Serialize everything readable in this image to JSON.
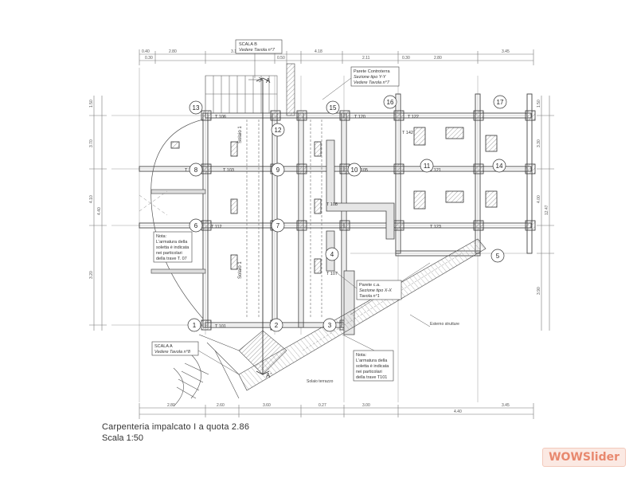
{
  "drawing": {
    "title": "Carpenteria impalcato I a quota 2.86",
    "scale": "Scala 1:50"
  },
  "callouts": {
    "scala_b": {
      "line1": "SCALA B",
      "line2": "Vedere Tavola n°7"
    },
    "parete": {
      "line1": "Parete Controterra",
      "line2": "Sezione tipo Y-Y",
      "line3": "Vedere Tavola n°7"
    },
    "note_left": {
      "line1": "Nota:",
      "line2": "L'armatura della",
      "line3": "soletta è indicata",
      "line4": "nei particolari",
      "line5": "della trave T. 07"
    },
    "scala_a": {
      "line1": "SCALA A",
      "line2": "Vedere Tavola n°8"
    },
    "parete_ca": {
      "line1": "Parete c.a.",
      "line2": "Sezione tipo X-X",
      "line3": "Tavola n°1"
    },
    "note_right": {
      "line1": "Nota:",
      "line2": "L'armatura della",
      "line3": "soletta è indicata",
      "line4": "nei particolari",
      "line5": "della trave T101"
    }
  },
  "markers": [
    "1",
    "2",
    "3",
    "4",
    "5",
    "6",
    "7",
    "8",
    "9",
    "10",
    "11",
    "12",
    "13",
    "14",
    "15",
    "16",
    "17"
  ],
  "section_labels": [
    "A",
    "A'"
  ],
  "beam_labels": {
    "t101": "T 101",
    "t102": "T 102",
    "t103": "T 103",
    "t105": "T 105",
    "t106": "T 106",
    "t107": "T 107",
    "t108": "T 108",
    "t112": "T 112",
    "t120": "T 120",
    "t121": "T 121",
    "t122": "T 122",
    "t123": "T 123",
    "t142": "T 142"
  },
  "slab_labels": {
    "s1": "Solaio 1",
    "s2": "Solaio 1"
  },
  "notes_small": {
    "esterno": "Esterno strutture",
    "solaio_terrazzo": "Solaio terrazzo"
  },
  "dims_top": [
    "0.40",
    "2.80",
    "3.10",
    "4.18",
    "0.30",
    "0.50",
    "2.11",
    "0.30",
    "2.80",
    "3.45"
  ],
  "dims_bottom": [
    "2.80",
    "2.60",
    "3.60",
    "0.27",
    "3.00",
    "4.40",
    "3.45"
  ],
  "dims_left": [
    "1.50",
    "3.70",
    "4.10",
    "3.20",
    "4.40"
  ],
  "dims_right": [
    "1.50",
    "3.30",
    "4.00",
    "3.90",
    "12.47"
  ],
  "watermark": "WOWSlider",
  "colors": {
    "ink": "#4a4a4a",
    "hatch": "#8a8a8a",
    "watermark_bg": "#fbe9e3",
    "watermark_fg": "#e8886e"
  }
}
